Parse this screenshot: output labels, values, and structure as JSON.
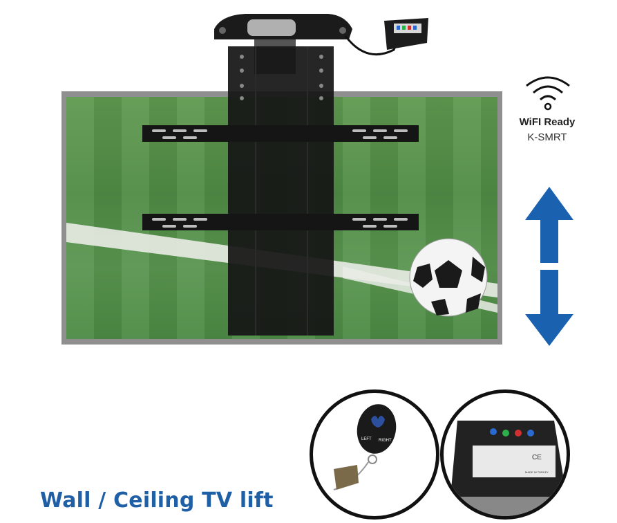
{
  "product": {
    "title": "Wall / Ceiling TV lift"
  },
  "wifi_badge": {
    "icon": "wifi-icon",
    "label": "WiFI Ready",
    "model": "K-SMRT"
  },
  "remote": {
    "left_label": "LEFT",
    "right_label": "RIGHT"
  },
  "control_box": {
    "ce_mark": "CE",
    "made_in": "MADE IN TURKEY"
  },
  "colors": {
    "title": "#1f5fa6",
    "arrow": "#1a62b0",
    "grass": "#5a9650",
    "bracket": "#141414"
  },
  "icons": [
    "wifi-icon",
    "up-arrow-icon",
    "down-arrow-icon",
    "soccer-ball-icon"
  ]
}
